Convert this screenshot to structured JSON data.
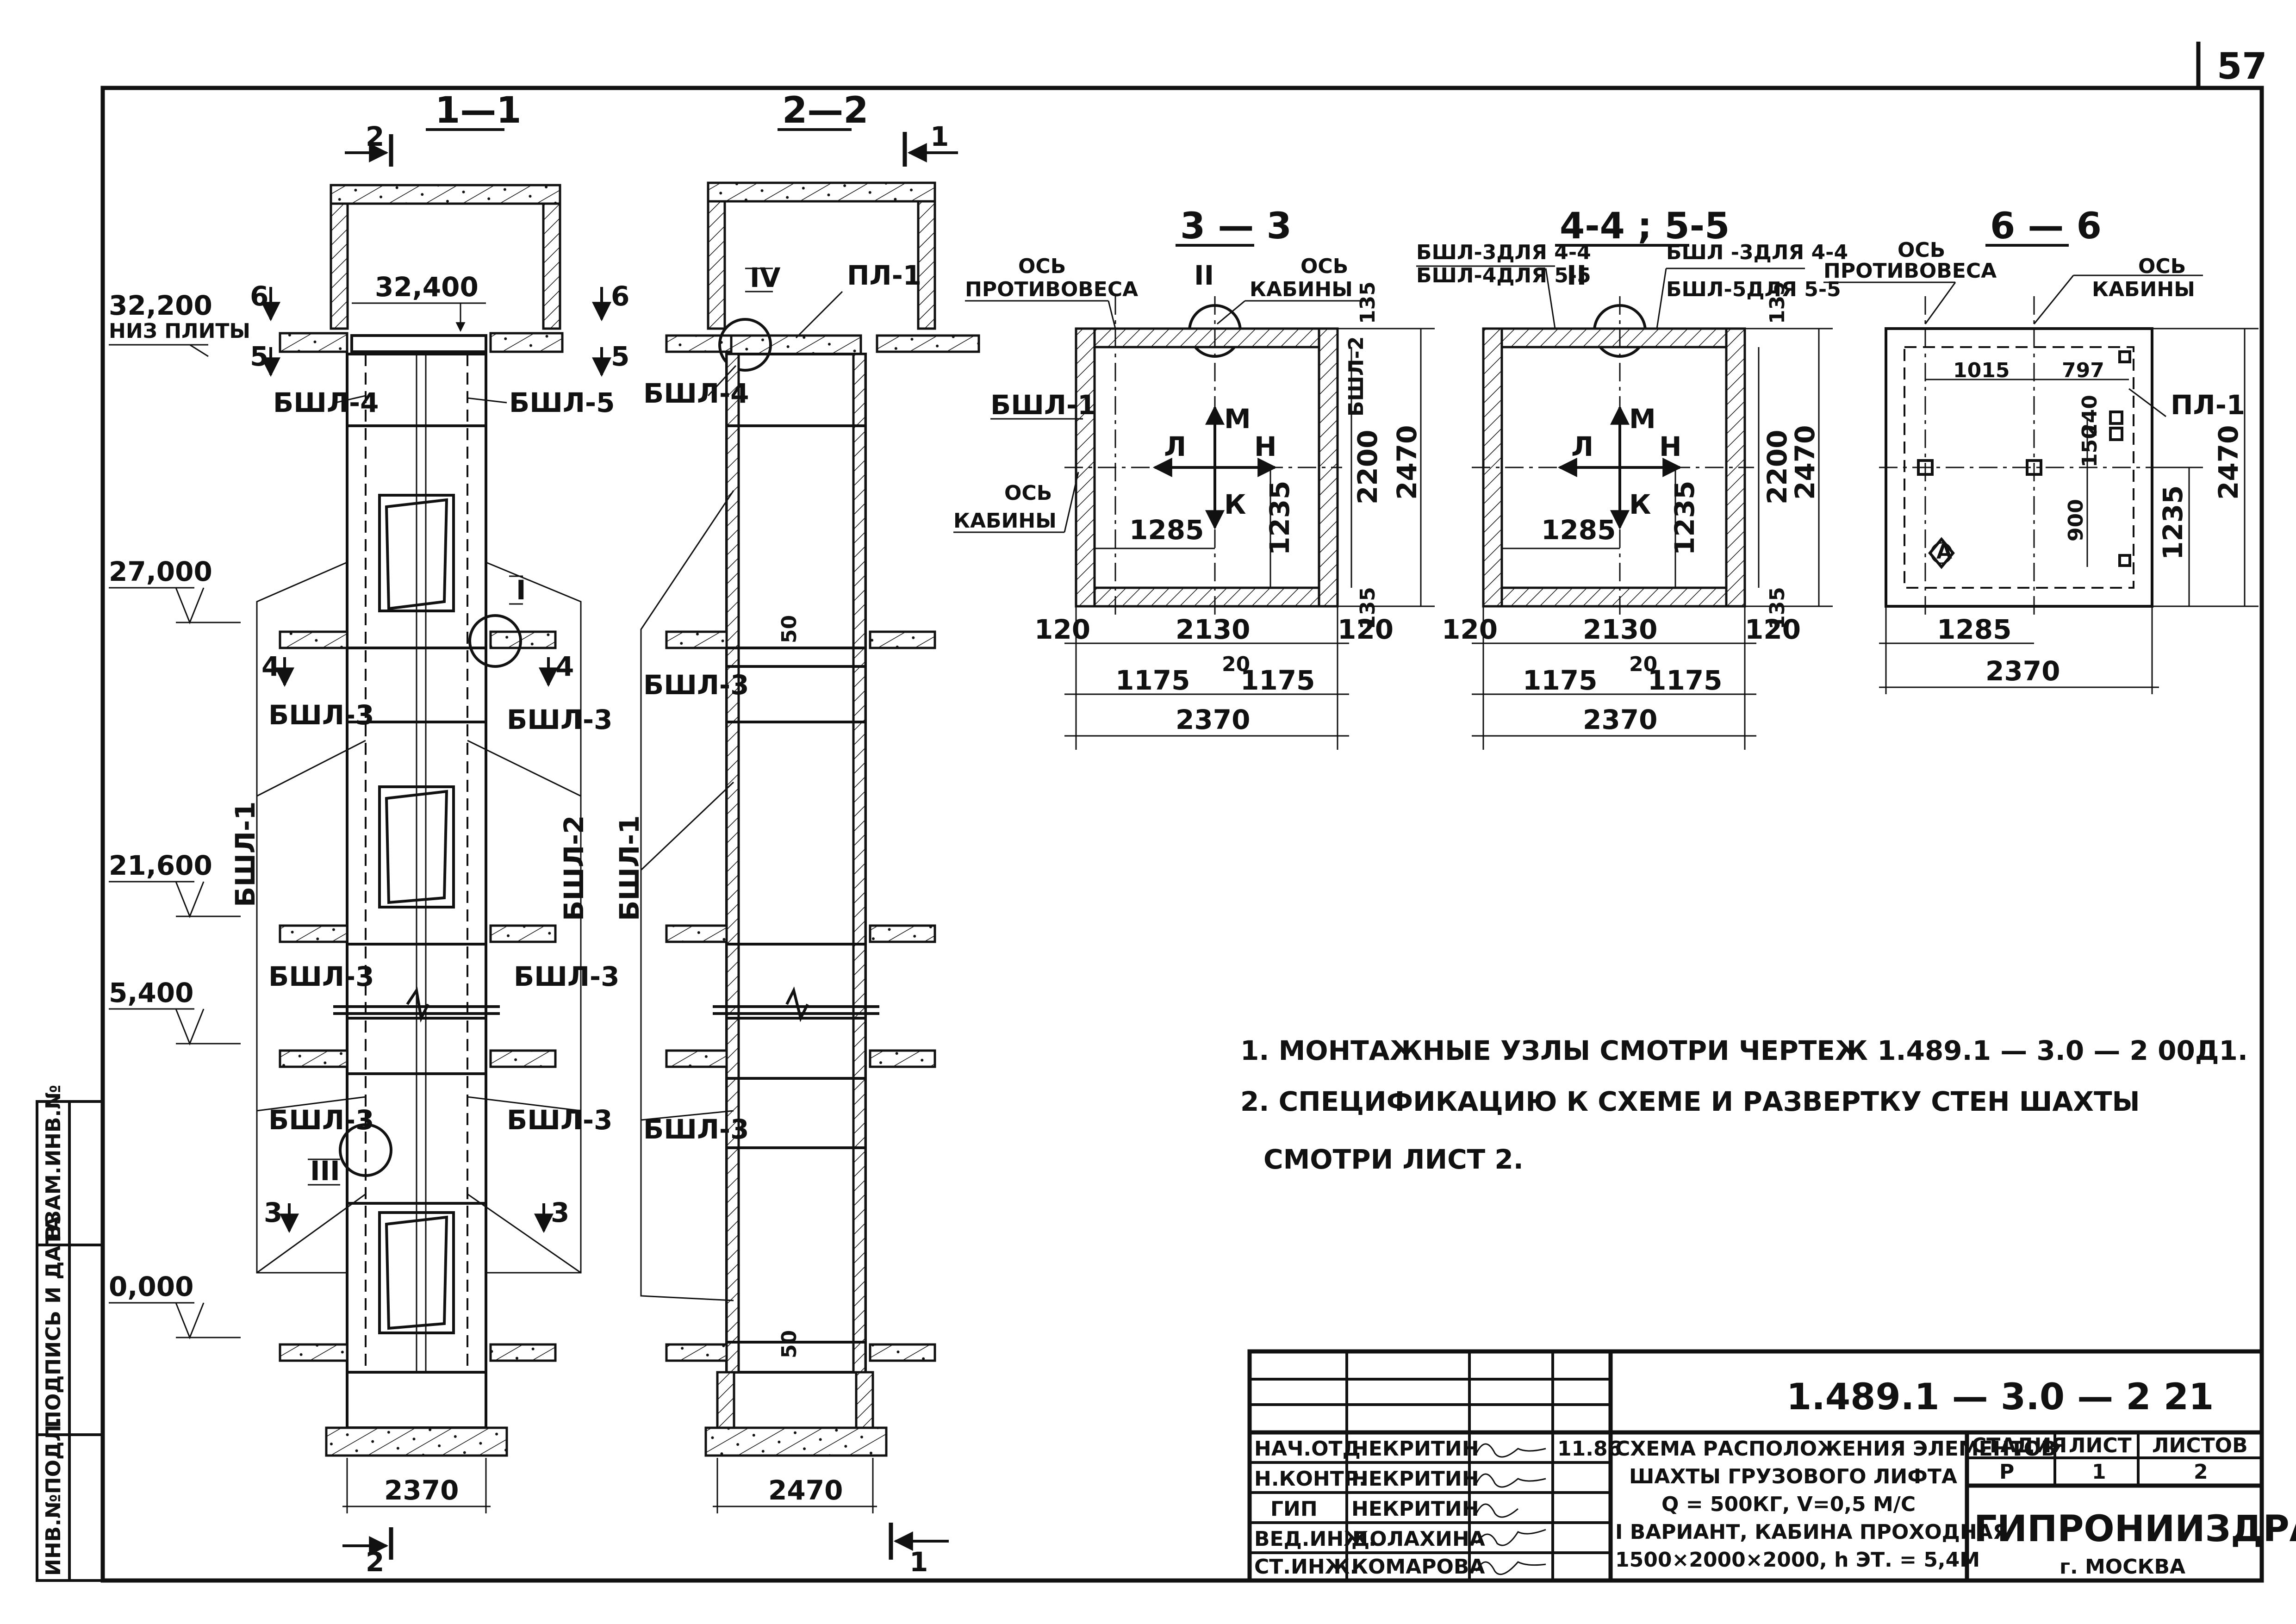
{
  "page_number": "57",
  "sections": {
    "s11": "1—1",
    "s22": "2—2",
    "s33": "3 — 3",
    "s4455": "4-4 ; 5-5",
    "s66": "6 — 6"
  },
  "cut_marks": {
    "c1": "1",
    "c2": "2",
    "c3": "3",
    "c4": "4",
    "c5": "5",
    "c6": "6"
  },
  "levels": {
    "l1": "32,200",
    "l1_note": "НИЗ ПЛИТЫ",
    "l2": "32,400",
    "l3": "27,000",
    "l4": "21,600",
    "l5": "5,400",
    "l6": "0,000"
  },
  "elements": {
    "bshl1": "БШЛ-1",
    "bshl2": "БШЛ-2",
    "bshl3": "БШЛ-3",
    "bshl4": "БШЛ-4",
    "bshl5": "БШЛ-5",
    "pl1": "ПЛ-1"
  },
  "nodes": {
    "n1": "I",
    "n2": "II",
    "n3": "III",
    "n4": "IV"
  },
  "plan_labels": {
    "axis_counterweight": [
      "ОСЬ",
      "ПРОТИВОВЕСА"
    ],
    "axis_cabin": [
      "ОСЬ",
      "КАБИНЫ"
    ],
    "m": "М",
    "l": "Л",
    "n": "Н",
    "k": "К",
    "a": "А",
    "bshl3_44": "БШЛ-3ДЛЯ 4-4",
    "bshl4_55": "БШЛ-4ДЛЯ 5-5",
    "bshl3_44b": "БШЛ -3ДЛЯ 4-4",
    "bshl5_55": "БШЛ-5ДЛЯ 5-5"
  },
  "dims": {
    "d2370": "2370",
    "d2470": "2470",
    "d2130": "2130",
    "d120": "120",
    "d1175": "1175",
    "d20": "20",
    "d1285": "1285",
    "d1235": "1235",
    "d2200": "2200",
    "d135": "135",
    "d1015": "1015",
    "d797": "797",
    "d150": "150",
    "d240": "240",
    "d900": "900",
    "d50": "50"
  },
  "notes": [
    "1. МОНТАЖНЫЕ УЗЛЫ СМОТРИ ЧЕРТЕЖ 1.489.1 — 3.0 — 2 00Д1.",
    "2. СПЕЦИФИКАЦИЮ К СХЕМЕ И РАЗВЕРТКУ СТЕН ШАХТЫ",
    "СМОТРИ ЛИСТ 2."
  ],
  "title_block": {
    "code": "1.489.1 — 3.0 — 2 21",
    "staff": [
      {
        "role": "НАЧ.ОТД.",
        "name": "НЕКРИТИН",
        "date": "11.86"
      },
      {
        "role": "Н.КОНТР.",
        "name": "НЕКРИТИН",
        "date": ""
      },
      {
        "role": "ГИП",
        "name": "НЕКРИТИН",
        "date": ""
      },
      {
        "role": "ВЕД.ИНЖ.",
        "name": "ДОЛАХИНА",
        "date": ""
      },
      {
        "role": "СТ.ИНЖ.",
        "name": "КОМАРОВА",
        "date": ""
      }
    ],
    "title_lines": [
      "СХЕМА РАСПОЛОЖЕНИЯ ЭЛЕМЕНТОВ",
      "ШАХТЫ ГРУЗОВОГО ЛИФТА",
      "Q = 500КГ, V=0,5 М/С",
      "I ВАРИАНТ, КАБИНА ПРОХОДНАЯ",
      "1500×2000×2000, h ЭТ. = 5,4М"
    ],
    "stage_label": "СТАДИЯ",
    "sheet_label": "ЛИСТ",
    "sheets_label": "ЛИСТОВ",
    "stage": "Р",
    "sheet": "1",
    "sheets": "2",
    "org": "ГИПРОНИИЗДРАВ",
    "city": "г. МОСКВА"
  },
  "side_stamp": [
    "ИНВ.№ПОДЛ.",
    "ПОДПИСЬ И ДАТА",
    "ВЗАМ.ИНВ.№"
  ]
}
